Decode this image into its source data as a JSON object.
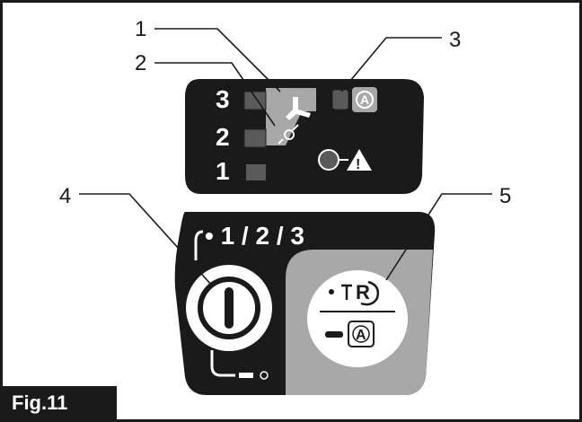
{
  "figure": {
    "label": "Fig.11",
    "callouts": [
      "1",
      "2",
      "3",
      "4",
      "5"
    ]
  },
  "indicator_panel": {
    "levels": [
      "3",
      "2",
      "1"
    ],
    "symbols": {
      "auto_badge": "A",
      "warning": "!"
    }
  },
  "control_panel": {
    "mode_label": "• 1 / 2 / 3",
    "reset_symbol": "R",
    "auto_symbol": "A"
  },
  "colors": {
    "panel": "#1a1a1a",
    "gray_area": "#a8a8a8",
    "led": "#5a5a5a",
    "white": "#ffffff"
  }
}
